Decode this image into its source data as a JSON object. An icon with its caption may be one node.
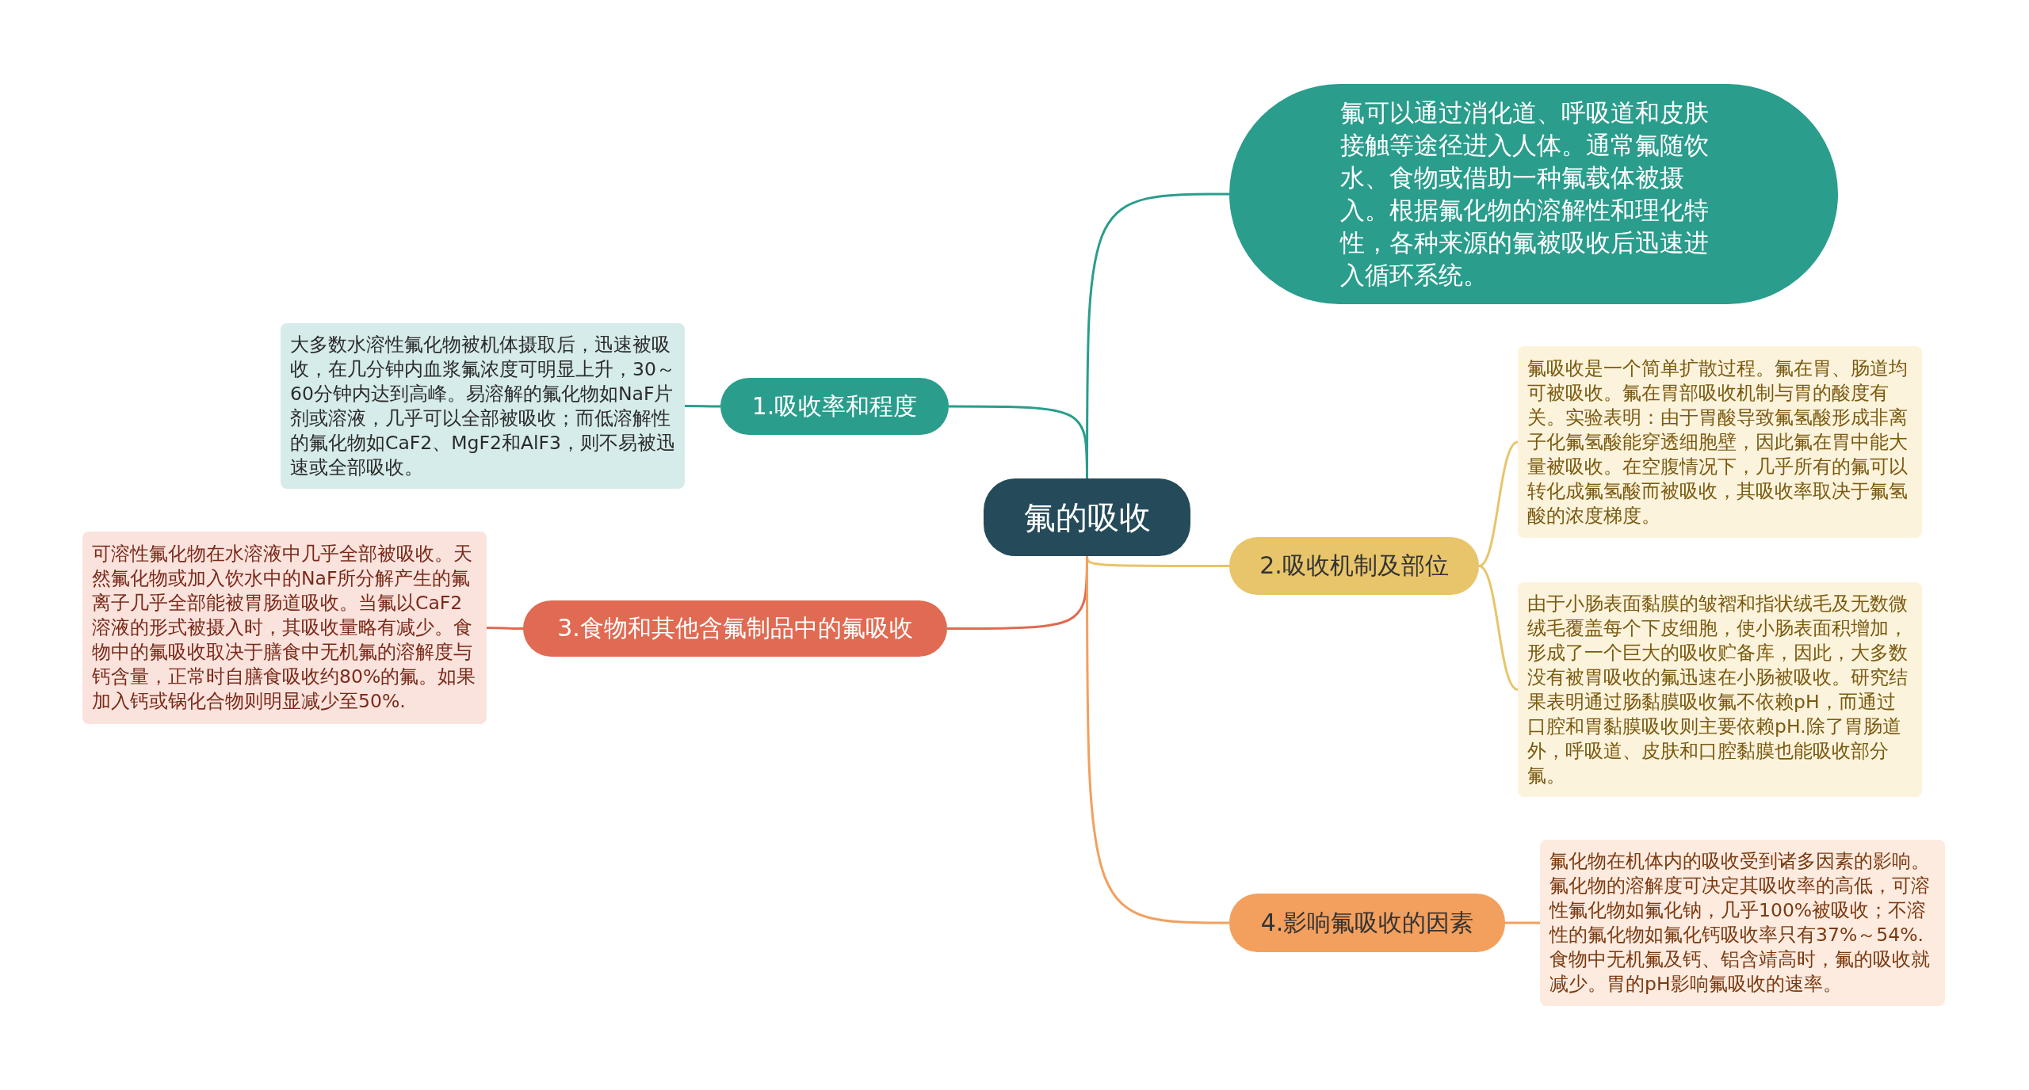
{
  "diagram": {
    "nodes": [
      {
        "text": [
          "氟的吸收"
        ]
      },
      {
        "text": [
          "氟可以通过消化道、呼吸道和皮肤接触等途径进入人体。通常氟随饮水、食物或借助一种氟载体被摄入。根据氟化物的溶解性和理化特性，各种来源的氟被吸收后迅速进入循环系统。"
        ]
      },
      {
        "text": [
          "1.吸收率和程度"
        ]
      },
      {
        "text": [
          "大多数水溶性氟化物被机体摄取后，迅速被吸收，在几分钟内血浆氟浓度可明显上升，30～60分钟内达到高峰。易溶解的氟化物如NaF片剂或溶液，几乎可以全部被吸收；而低溶解性的氟化物如CaF2、MgF2和AlF3，则不易被迅速或全部吸收。"
        ]
      },
      {
        "text": [
          "2.吸收机制及部位"
        ]
      },
      {
        "text": [
          "氟吸收是一个简单扩散过程。氟在胃、肠道均可被吸收。氟在胃部吸收机制与胃的酸度有关。实验表明：由于胃酸导致氟氢酸形成非离子化氟氢酸能穿透细胞壁，因此氟在胃中能大量被吸收。在空腹情况下，几乎所有的氟可以转化成氟氢酸而被吸收，其吸收率取决于氟氢酸的浓度梯度。"
        ]
      },
      {
        "text": [
          "由于小肠表面黏膜的皱褶和指状绒毛及无数微绒毛覆盖每个下皮细胞，使小肠表面积增加，形成了一个巨大的吸收贮备库，因此，大多数没有被胃吸收的氟迅速在小肠被吸收。研究结果表明通过肠黏膜吸收氟不依赖pH，而通过口腔和胃黏膜吸收则主要依赖pH.除了胃肠道外，呼吸道、皮肤和口腔黏膜也能吸收部分氟。"
        ]
      },
      {
        "text": [
          "3.食物和其他含氟制品中的氟吸收"
        ]
      },
      {
        "text": [
          "可溶性氟化物在水溶液中几乎全部被吸收。天然氟化物或加入饮水中的NaF所分解产生的氟离子几乎全部能被胃肠道吸收。当氟以CaF2溶液的形式被摄入时，其吸收量略有减少。食物中的氟吸收取决于膳食中无机氟的溶解度与钙含量，正常时自膳食吸收约80%的氟。如果加入钙或锅化合物则明显减少至50%."
        ]
      },
      {
        "text": [
          "4.影响氟吸收的因素"
        ]
      },
      {
        "text": [
          "氟化物在机体内的吸收受到诸多因素的影响。氟化物的溶解度可决定其吸收率的高低，可溶性氟化物如氟化钠，几乎100%被吸收；不溶性的氟化物如氟化钙吸收率只有37%～54%.食物中无机氟及钙、铝含靖高时，氟的吸收就减少。胃的pH影响氟吸收的速率。"
        ]
      }
    ],
    "edges": [
      {
        "from": 0,
        "to": 1,
        "arrow": "none",
        "color": "#2a9d8c"
      },
      {
        "from": 0,
        "to": 2,
        "arrow": "none",
        "color": "#2a9d8c"
      },
      {
        "from": 2,
        "to": 3,
        "arrow": "none",
        "color": "#2a9d8c"
      },
      {
        "from": 0,
        "to": 4,
        "arrow": "none",
        "color": "#e8c46a"
      },
      {
        "from": 4,
        "to": 5,
        "arrow": "none",
        "color": "#e8c46a"
      },
      {
        "from": 4,
        "to": 6,
        "arrow": "none",
        "color": "#e8c46a"
      },
      {
        "from": 0,
        "to": 7,
        "arrow": "none",
        "color": "#e06a52"
      },
      {
        "from": 7,
        "to": 8,
        "arrow": "none",
        "color": "#e06a52"
      },
      {
        "from": 0,
        "to": 9,
        "arrow": "none",
        "color": "#f3a05e"
      },
      {
        "from": 9,
        "to": 10,
        "arrow": "none",
        "color": "#f3a05e"
      }
    ]
  }
}
